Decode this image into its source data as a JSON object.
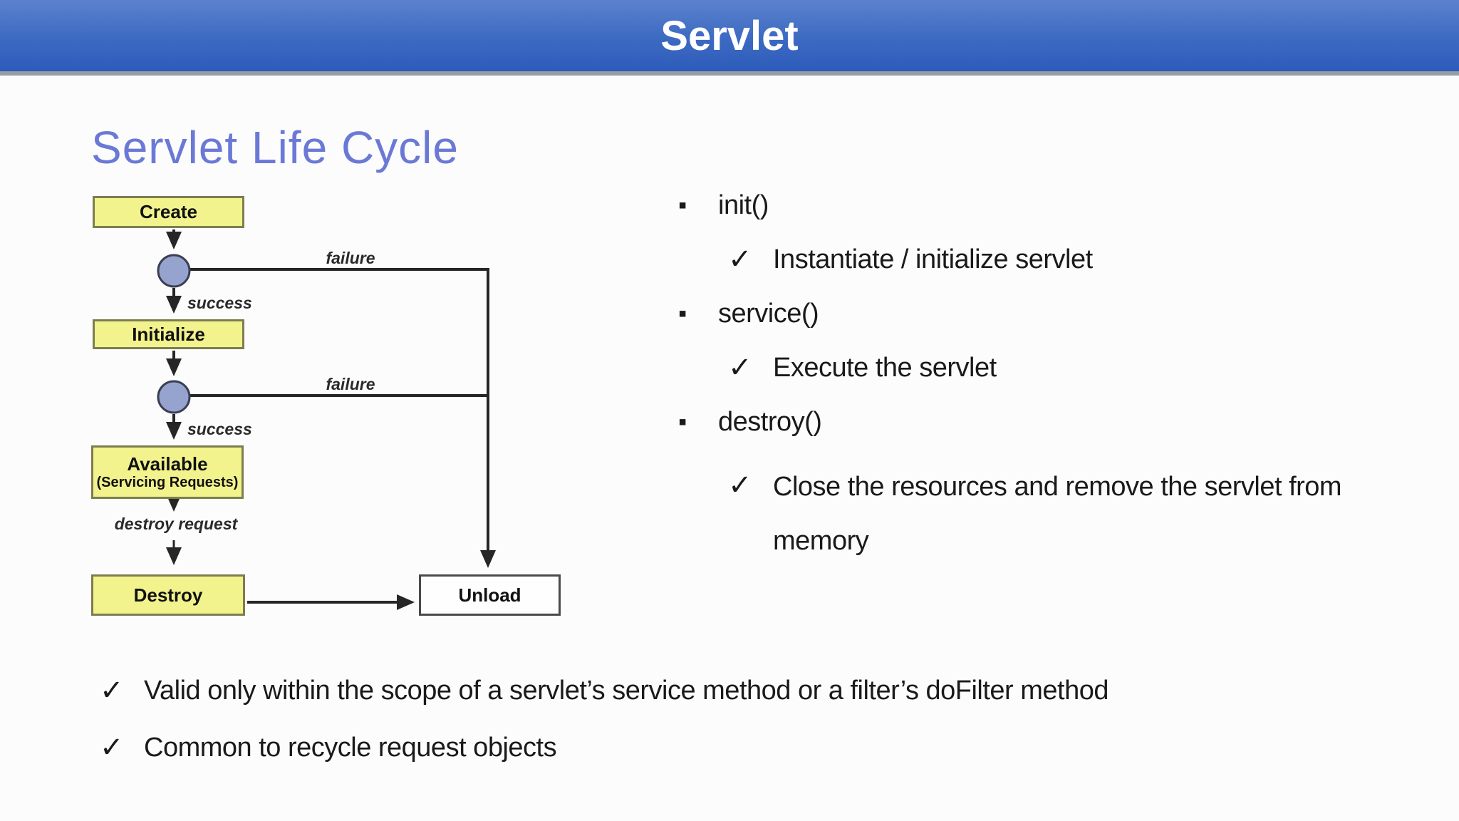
{
  "header": {
    "title": "Servlet"
  },
  "heading": "Servlet Life Cycle",
  "flowchart": {
    "nodes": [
      {
        "id": "create",
        "label": "Create"
      },
      {
        "id": "initialize",
        "label": "Initialize"
      },
      {
        "id": "available",
        "label": "Available",
        "sublabel": "(Servicing Requests)"
      },
      {
        "id": "destroy",
        "label": "Destroy"
      },
      {
        "id": "unload",
        "label": "Unload"
      }
    ],
    "edge_labels": {
      "failure_top": "failure",
      "failure_mid": "failure",
      "success_top": "success",
      "success_mid": "success",
      "destroy_request": "destroy request"
    },
    "colors": {
      "state_fill": "#f2f38d",
      "state_border": "#7d7d50",
      "circle_fill": "#97a3cf",
      "circle_border": "#3a3f52",
      "terminal_fill": "#fefefe",
      "terminal_border": "#4a4a4a",
      "connector": "#262626"
    }
  },
  "method_list": [
    {
      "marker": "square",
      "text": "init()"
    },
    {
      "marker": "check",
      "text": "Instantiate / initialize servlet"
    },
    {
      "marker": "square",
      "text": "service()"
    },
    {
      "marker": "check",
      "text": "Execute the servlet"
    },
    {
      "marker": "square",
      "text": "destroy()"
    },
    {
      "marker": "check",
      "text": "Close the resources and remove the servlet from memory"
    }
  ],
  "notes": [
    {
      "marker": "check",
      "text": "Valid only within the scope of a servlet’s service method or a filter’s doFilter method"
    },
    {
      "marker": "check",
      "text": "Common to recycle request objects"
    }
  ],
  "icons": {
    "check": "✓",
    "square": "▪"
  },
  "theme": {
    "header_gradient_top": "#5b82cd",
    "header_gradient_bottom": "#2d5bba",
    "heading_color": "#6b79d6",
    "title_color": "#ffffff",
    "background": "#fcfcfc"
  }
}
